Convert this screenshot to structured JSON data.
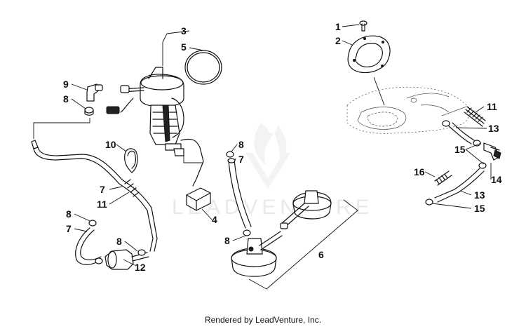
{
  "watermark": "LEADVENTURE",
  "footer_text": "Rendered by LeadVenture, Inc.",
  "callouts": [
    "1",
    "2",
    "3",
    "5",
    "9",
    "8",
    "10",
    "7",
    "11",
    "8",
    "7",
    "8",
    "12",
    "8",
    "7",
    "4",
    "8",
    "6",
    "11",
    "13",
    "15",
    "16",
    "14",
    "13",
    "15"
  ]
}
